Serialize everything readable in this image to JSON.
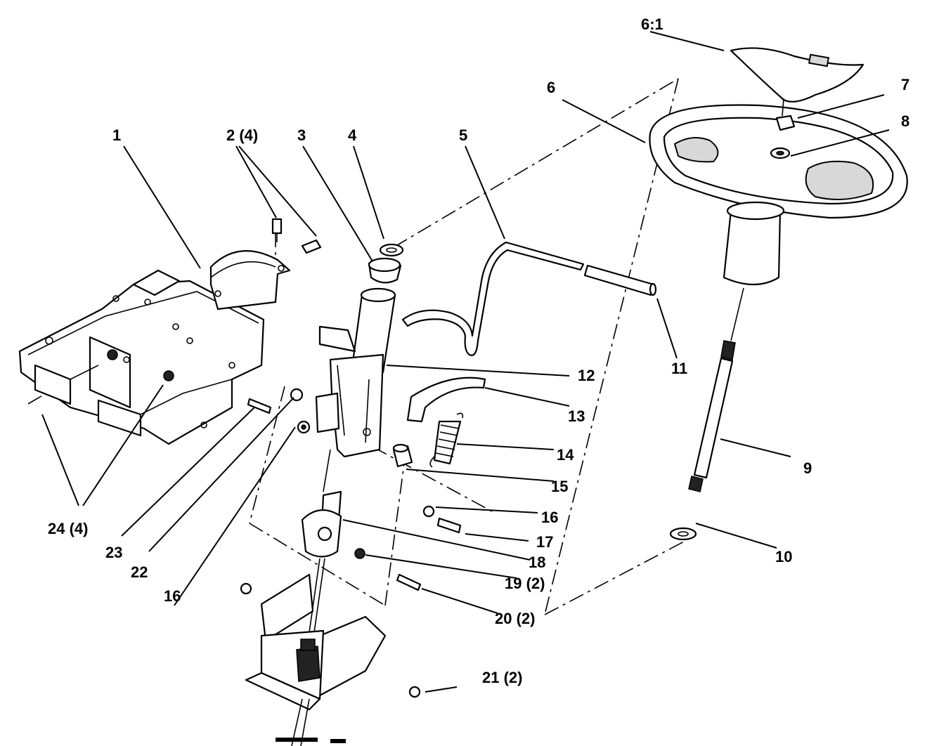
{
  "labels": {
    "l1": "1",
    "l2": "2 (4)",
    "l3": "3",
    "l4": "4",
    "l5": "5",
    "l6": "6",
    "l6_1": "6:1",
    "l7": "7",
    "l8": "8",
    "l9": "9",
    "l10": "10",
    "l11": "11",
    "l12": "12",
    "l13": "13",
    "l14": "14",
    "l15": "15",
    "l16a": "16",
    "l16b": "16",
    "l17": "17",
    "l18": "18",
    "l19": "19 (2)",
    "l20": "20 (2)",
    "l21": "21 (2)",
    "l22": "22",
    "l23": "23",
    "l24": "24 (4)"
  },
  "colors": {
    "line": "#000000",
    "background": "#ffffff"
  }
}
